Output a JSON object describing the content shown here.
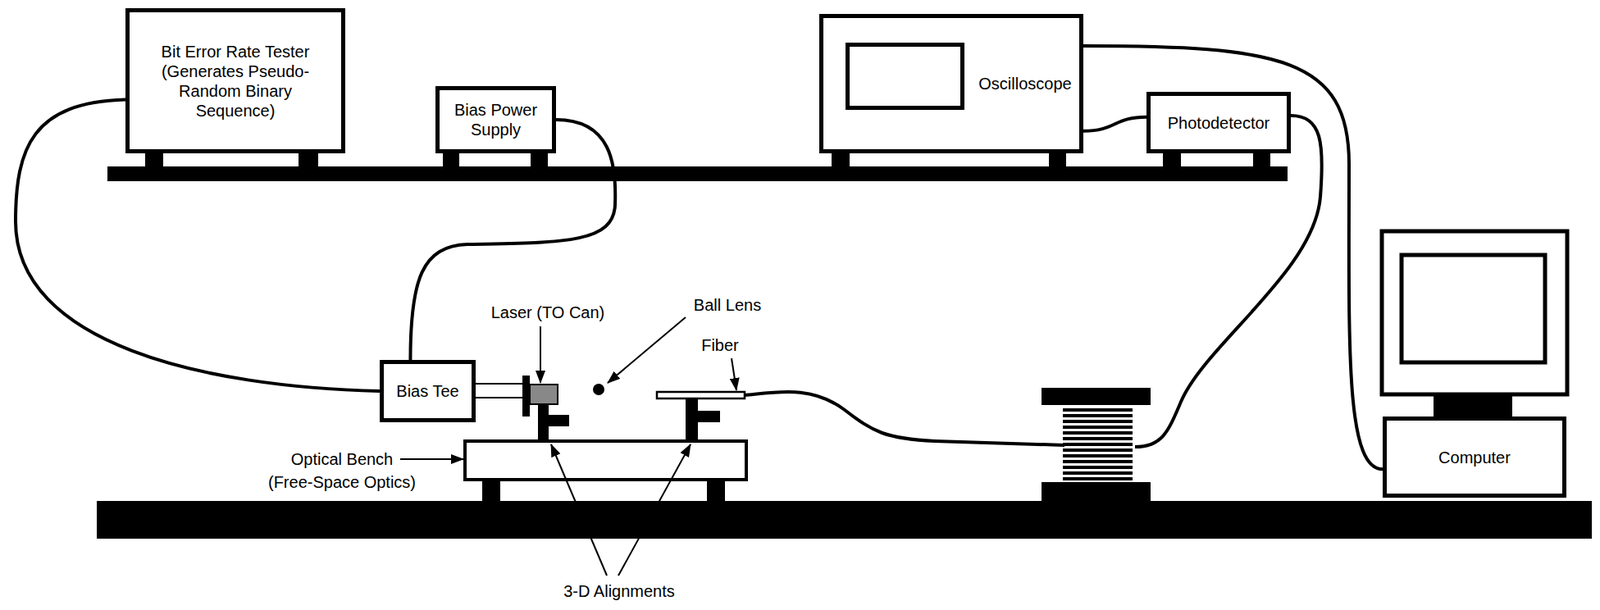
{
  "diagram": {
    "nodes": [
      {
        "text": [
          "Bit Error Rate Tester (Generates Pseudo-Random Binary Sequence)"
        ]
      },
      {
        "text": [
          "Bias Power Supply"
        ]
      },
      {
        "text": [
          "Oscilloscope"
        ]
      },
      {
        "text": [
          "Photodetector"
        ]
      },
      {
        "text": [
          "Bias Tee"
        ]
      },
      {
        "text": [
          "Computer"
        ]
      }
    ],
    "edges": [
      {
        "from": 0,
        "to": 4,
        "arrow": "none"
      },
      {
        "from": 1,
        "to": 4,
        "arrow": "none"
      },
      {
        "from": 2,
        "to": 3,
        "arrow": "none"
      },
      {
        "from": 2,
        "to": 5,
        "arrow": "none"
      }
    ],
    "labels": [
      "Laser (TO Can)",
      "Ball Lens",
      "Fiber",
      "Optical Bench",
      "(Free-Space Optics)",
      "3-D Alignments"
    ]
  }
}
